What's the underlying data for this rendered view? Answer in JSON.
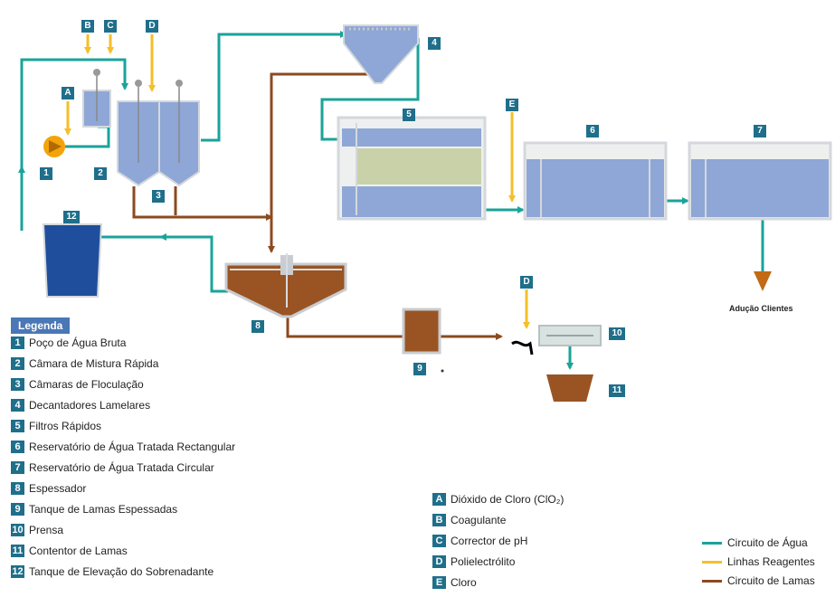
{
  "colors": {
    "water": "#1aa39a",
    "reagent": "#f4bf2a",
    "sludge": "#8b4a1f",
    "tank_fill": "#8fa7d6",
    "tank_border": "#d4d8dc",
    "badge": "#1f6f8b",
    "reservoir": "#1f4e9c",
    "sludge_fill": "#9a5423"
  },
  "reagent_letters": [
    "B",
    "C",
    "D",
    "A",
    "E",
    "D"
  ],
  "step_badges": [
    "1",
    "2",
    "3",
    "4",
    "5",
    "6",
    "7",
    "8",
    "9",
    "10",
    "11",
    "12"
  ],
  "adducao_label": "Adução Clientes",
  "legend": {
    "title": "Legenda",
    "items": [
      {
        "num": "1",
        "text": "Poço de Água Bruta"
      },
      {
        "num": "2",
        "text": "Câmara de Mistura Rápida"
      },
      {
        "num": "3",
        "text": "Câmaras de Floculação"
      },
      {
        "num": "4",
        "text": "Decantadores Lamelares"
      },
      {
        "num": "5",
        "text": "Filtros Rápidos"
      },
      {
        "num": "6",
        "text": "Reservatório de Água Tratada Rectangular"
      },
      {
        "num": "7",
        "text": "Reservatório de Água Tratada Circular"
      },
      {
        "num": "8",
        "text": "Espessador"
      },
      {
        "num": "9",
        "text": "Tanque de Lamas Espessadas"
      },
      {
        "num": "10",
        "text": "Prensa"
      },
      {
        "num": "11",
        "text": "Contentor de Lamas"
      },
      {
        "num": "12",
        "text": "Tanque de Elevação do Sobrenadante"
      }
    ],
    "reagents": [
      {
        "letter": "A",
        "text": "Dióxido de Cloro (ClO₂)"
      },
      {
        "letter": "B",
        "text": "Coagulante"
      },
      {
        "letter": "C",
        "text": "Corrector de pH"
      },
      {
        "letter": "D",
        "text": "Polielectrólito"
      },
      {
        "letter": "E",
        "text": "Cloro"
      }
    ],
    "circuits": [
      {
        "name": "Circuito de Água",
        "color": "#1aa39a"
      },
      {
        "name": "Linhas Reagentes",
        "color": "#f4bf2a"
      },
      {
        "name": "Circuito de Lamas",
        "color": "#8b4a1f"
      }
    ]
  }
}
